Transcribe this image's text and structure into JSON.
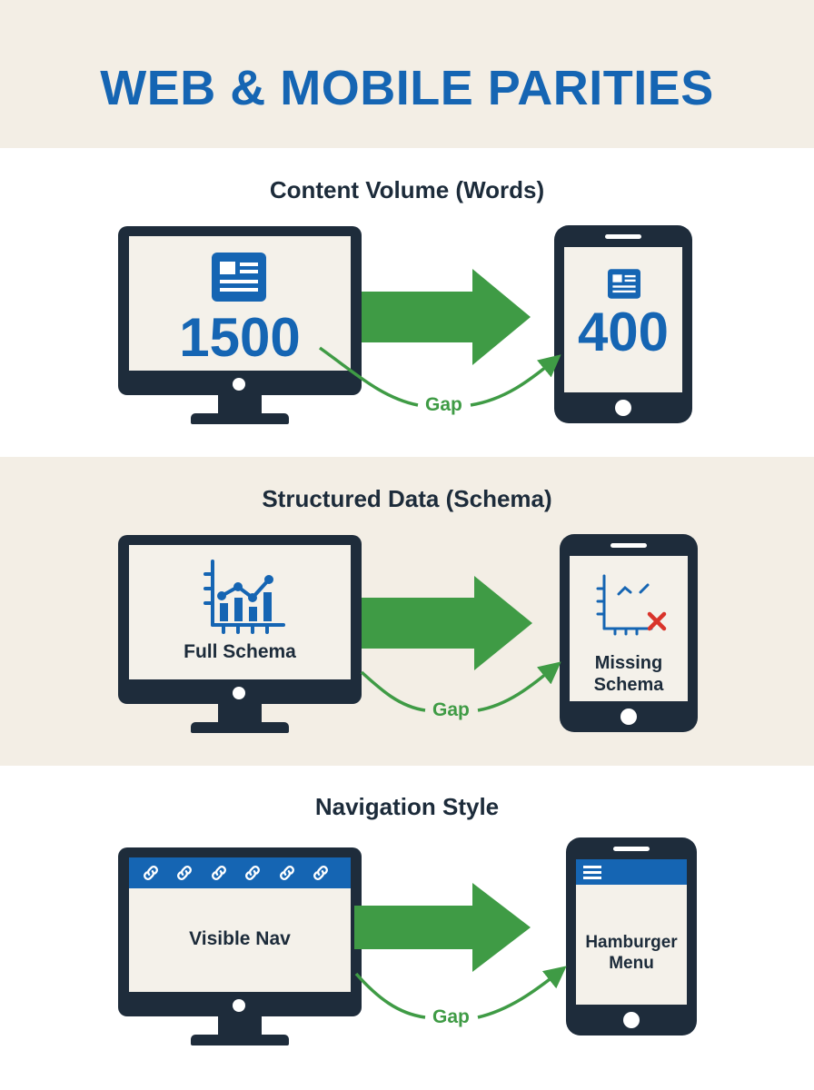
{
  "title": "WEB & MOBILE PARITIES",
  "colors": {
    "brand_blue": "#1565b3",
    "arrow_green": "#3f9b45",
    "device_dark": "#1e2c3b",
    "screen_cream": "#f4f1ea",
    "band_cream": "#f3eee5",
    "error_red": "#d9342b"
  },
  "sections": [
    {
      "title": "Content Volume (Words)",
      "desktop": {
        "value": "1500",
        "icon": "document-icon"
      },
      "mobile": {
        "value": "400",
        "icon": "document-icon"
      },
      "gap_label": "Gap"
    },
    {
      "title": "Structured Data (Schema)",
      "desktop": {
        "label": "Full Schema",
        "icon": "chart-icon"
      },
      "mobile": {
        "label_line1": "Missing",
        "label_line2": "Schema",
        "icon": "broken-chart-icon"
      },
      "gap_label": "Gap"
    },
    {
      "title": "Navigation Style",
      "desktop": {
        "label": "Visible Nav",
        "icon": "link-icon"
      },
      "mobile": {
        "label_line1": "Hamburger",
        "label_line2": "Menu",
        "icon": "hamburger-icon"
      },
      "gap_label": "Gap"
    }
  ]
}
